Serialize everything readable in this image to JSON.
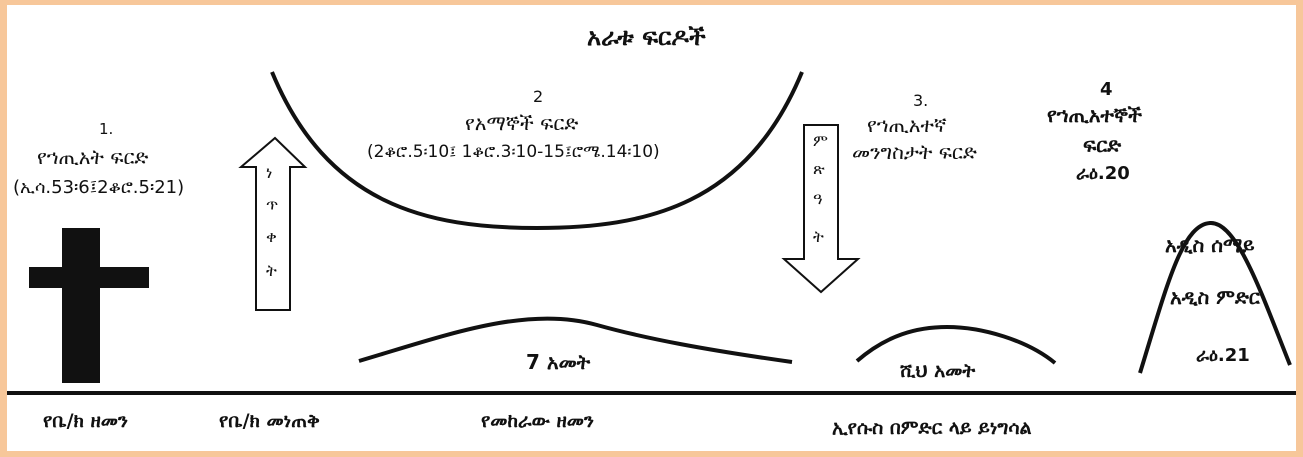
{
  "title": "አራቱ ፍርዶች",
  "judgment1": {
    "number": "1.",
    "name": "የኀጢአት ፍርድ",
    "refs": "(ኢሳ.53፡6፤2ቆሮ.5፡21)"
  },
  "judgment2": {
    "number": "2",
    "name": "የአማኞች ፍርድ",
    "refs": "(2ቆሮ.5፡10፤ 1ቆሮ.3፡10-15፤ሮሜ.14፡10)"
  },
  "judgment3": {
    "number": "3.",
    "name_line1": "የኀጢአተኛ",
    "name_line2": "መንግስታት ፍርድ"
  },
  "judgment4": {
    "number": "4",
    "name_line1": "የኀጢአተኞች",
    "name_line2": "ፍርድ",
    "ref": "ራዕ.20"
  },
  "arrow_up": {
    "chars": [
      "ነ",
      "ጥ",
      "ቀ",
      "ት"
    ]
  },
  "arrow_down": {
    "chars": [
      "ም",
      "ጽ",
      "ዓ",
      "ት"
    ]
  },
  "seven_years": "7 አመት",
  "thousand_years": "ሺህ አመት",
  "new_heaven": "አዲስ ሰማይ",
  "new_earth": "አዲስ ምድር",
  "rev21": "ራዕ.21",
  "timeline": {
    "church_age": "የቤ/ክ ዘመን",
    "rapture": "የቤ/ክ መነጠቅ",
    "tribulation": "የመከራው ዘመን",
    "reign": "ኢየሱስ በምድር ላይ ይነግሳል"
  },
  "colors": {
    "border": "#f7c79a",
    "ink": "#111111"
  }
}
